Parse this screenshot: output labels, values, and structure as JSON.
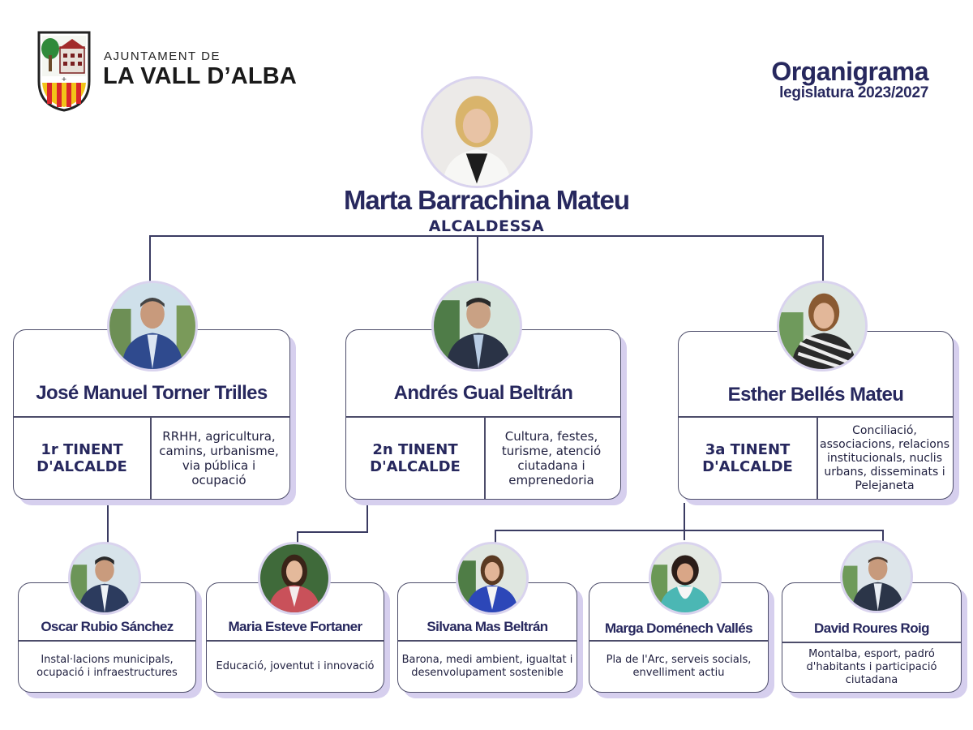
{
  "logo": {
    "small_text": "AJUNTAMENT DE",
    "big_text": "LA VALL D’ALBA"
  },
  "document": {
    "title": "Organigrama",
    "subtitle": "legislatura 2023/2027"
  },
  "mayor": {
    "name": "Marta Barrachina Mateu",
    "role": "ALCALDESSA"
  },
  "deputies": [
    {
      "name": "José Manuel Torner Trilles",
      "role_line1": "1r TINENT",
      "role_line2": "D'ALCALDE",
      "duties": "RRHH, agricultura, camins, urbanisme, via pública i ocupació"
    },
    {
      "name": "Andrés Gual Beltrán",
      "role_line1": "2n TINENT",
      "role_line2": "D'ALCALDE",
      "duties": "Cultura, festes, turisme, atenció ciutadana i emprenedoria"
    },
    {
      "name": "Esther Bellés Mateu",
      "role_line1": "3a TINENT",
      "role_line2": "D'ALCALDE",
      "duties": "Conciliació, associacions, relacions institucionals, nuclis urbans, disseminats i Pelejaneta"
    }
  ],
  "councillors": [
    {
      "name": "Oscar Rubio Sánchez",
      "duties": "Instal·lacions municipals, ocupació i infraestructures"
    },
    {
      "name": "Maria Esteve Fortaner",
      "duties": "Educació, joventut i innovació"
    },
    {
      "name": "Silvana Mas Beltrán",
      "duties": "Barona, medi ambient, igualtat i desenvolupament sostenible"
    },
    {
      "name": "Marga Doménech Vallés",
      "duties": "Pla de l'Arc, serveis socials, envelliment actiu"
    },
    {
      "name": "David Roures Roig",
      "duties": "Montalba, esport, padró d'habitants i participació ciutadana"
    }
  ],
  "colors": {
    "navy": "#27285e",
    "card_shadow": "#d6cfee",
    "connector": "#3a3b62",
    "shield_red": "#d9262c",
    "shield_yellow": "#f2c318"
  }
}
